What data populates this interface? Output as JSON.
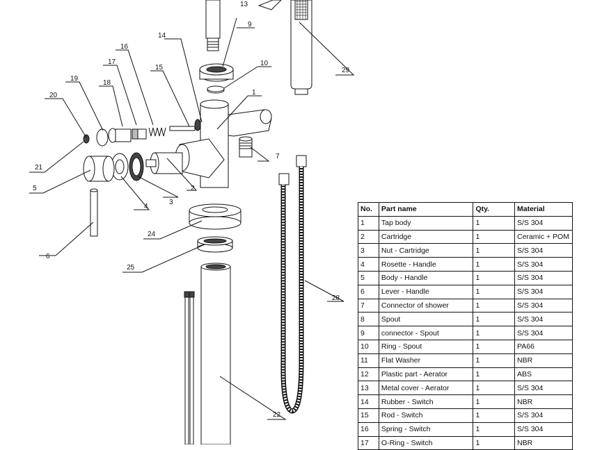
{
  "callouts": {
    "c1": "1",
    "c2": "2",
    "c3": "3",
    "c4": "4",
    "c5": "5",
    "c6": "6",
    "c7": "7",
    "c9": "9",
    "c10": "10",
    "c13": "13",
    "c14": "14",
    "c15": "15",
    "c16": "16",
    "c17": "17",
    "c18": "18",
    "c19": "19",
    "c20": "20",
    "c21": "21",
    "c22": "22",
    "c24": "24",
    "c25": "25",
    "c28": "28",
    "c29": "29"
  },
  "parts_table": {
    "headers": [
      "No.",
      "Part name",
      "Qty.",
      "Material"
    ],
    "rows": [
      [
        "1",
        "Tap body",
        "1",
        "S/S 304"
      ],
      [
        "2",
        "Cartridge",
        "1",
        "Ceramic + POM"
      ],
      [
        "3",
        "Nut - Cartridge",
        "1",
        "S/S 304"
      ],
      [
        "4",
        "Rosette - Handle",
        "1",
        "S/S 304"
      ],
      [
        "5",
        "Body - Handle",
        "1",
        "S/S 304"
      ],
      [
        "6",
        "Lever - Handle",
        "1",
        "S/S 304"
      ],
      [
        "7",
        "Connector of shower",
        "1",
        "S/S 304"
      ],
      [
        "8",
        "Spout",
        "1",
        "S/S 304"
      ],
      [
        "9",
        "connector - Spout",
        "1",
        "S/S 304"
      ],
      [
        "10",
        "Ring - Spout",
        "1",
        "PA66"
      ],
      [
        "11",
        "Flat Washer",
        "1",
        "NBR"
      ],
      [
        "12",
        "Plastic part - Aerator",
        "1",
        "ABS"
      ],
      [
        "13",
        "Metal cover - Aerator",
        "1",
        "S/S 304"
      ],
      [
        "14",
        "Rubber - Switch",
        "1",
        "NBR"
      ],
      [
        "15",
        "Rod - Switch",
        "1",
        "S/S 304"
      ],
      [
        "16",
        "Spring - Switch",
        "1",
        "S/S 304"
      ],
      [
        "17",
        "O-Ring - Switch",
        "1",
        "NBR"
      ]
    ]
  }
}
